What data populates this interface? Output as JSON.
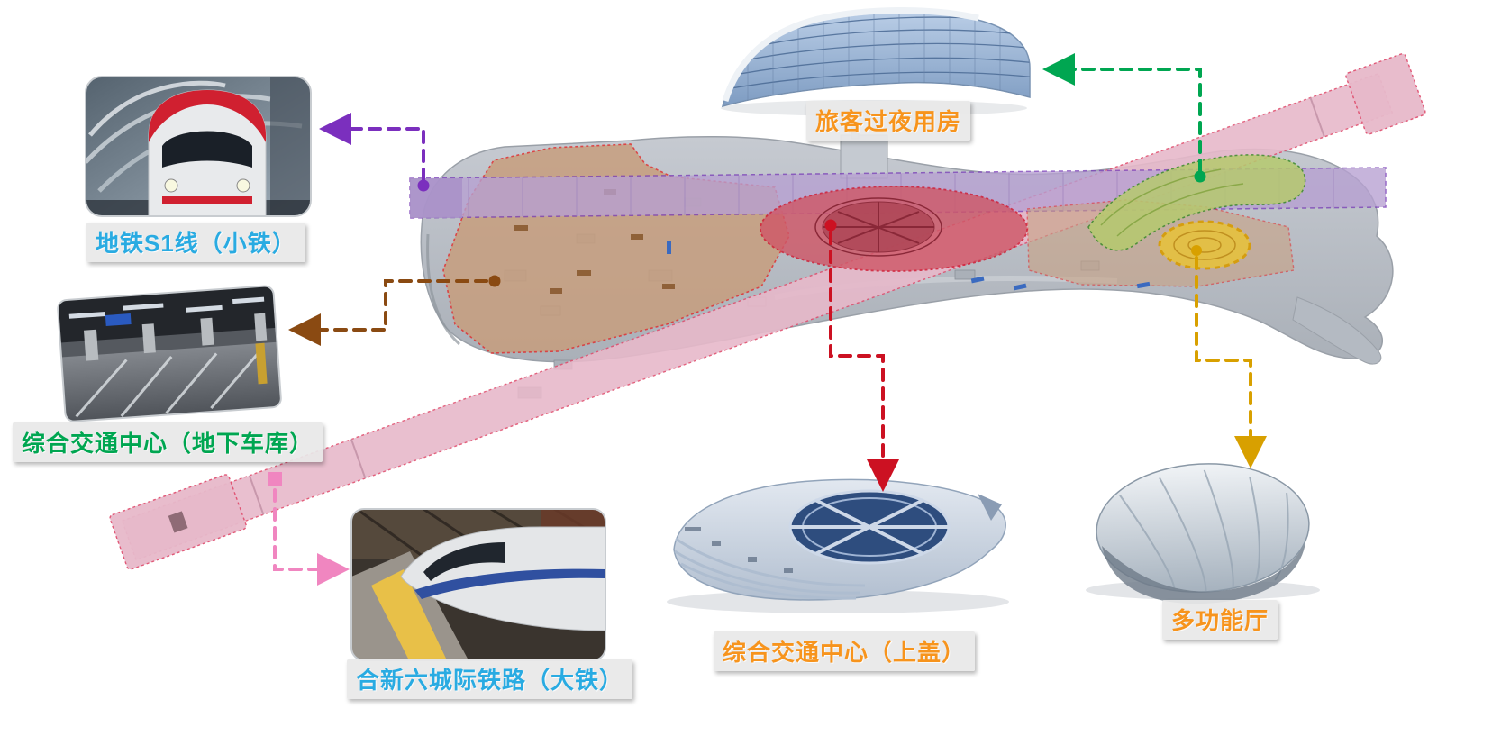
{
  "diagram": {
    "title_hint": "transit-hub-component-diagram",
    "labels": {
      "overnight_rooms": "旅客过夜用房",
      "metro_s1": "地铁S1线（小铁）",
      "transport_center_garage": "综合交通中心（地下车库）",
      "intercity_rail": "合新六城际铁路（大铁）",
      "transport_center_cover": "综合交通中心（上盖）",
      "multifunction_hall": "多功能厅"
    },
    "label_colors": {
      "overnight_rooms": "#F7941D",
      "metro_s1": "#29ABE2",
      "transport_center_garage": "#00A651",
      "intercity_rail": "#29ABE2",
      "transport_center_cover": "#F7941D",
      "multifunction_hall": "#F7941D"
    },
    "arrow_colors": {
      "metro_s1": "#7B2FBE",
      "transport_center_garage": "#8A4A12",
      "intercity_rail": "#F086C0",
      "overnight_rooms": "#00A651",
      "transport_center_cover": "#CC1122",
      "multifunction_hall": "#D8A000"
    },
    "region_fill_colors": {
      "metro_band": "#B7A0D2",
      "garage_area": "#C79E7E",
      "intercity_band": "#E7B9CA",
      "cover_oval": "#CF5868",
      "overnight_band": "#B6CA6E",
      "hall_oval": "#E6C23E"
    },
    "images": {
      "metro_train_photo": "metro-train-photo",
      "garage_photo": "underground-garage-photo",
      "intercity_train_photo": "highspeed-train-photo",
      "overnight_building_render": "overnight-rooms-building-render",
      "cover_building_render": "transport-center-cover-render",
      "hall_building_render": "multifunction-hall-render"
    }
  }
}
